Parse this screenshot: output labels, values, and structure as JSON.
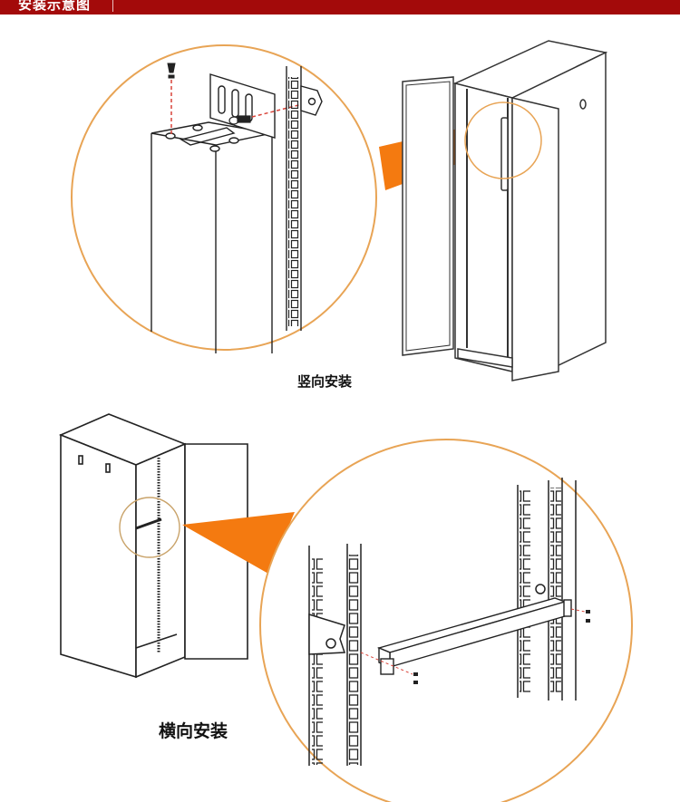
{
  "header": {
    "title": "安装示意图",
    "background_color": "#a30a0a"
  },
  "sections": [
    {
      "id": "vertical",
      "caption": "竖向安装",
      "description": "Vertical mounting: cable manager bolted to rack upright with L-bracket, shown in magnified circle pointing to cabinet interior"
    },
    {
      "id": "horizontal",
      "caption": "横向安装",
      "description": "Horizontal mounting: bar mounted across two rack rails with screws, shown in magnified circle pointing to cabinet interior"
    }
  ],
  "colors": {
    "callout_orange": "#f47a10",
    "circle_outline": "#e8a455",
    "dash_red": "#d9443a",
    "line": "#222222"
  }
}
